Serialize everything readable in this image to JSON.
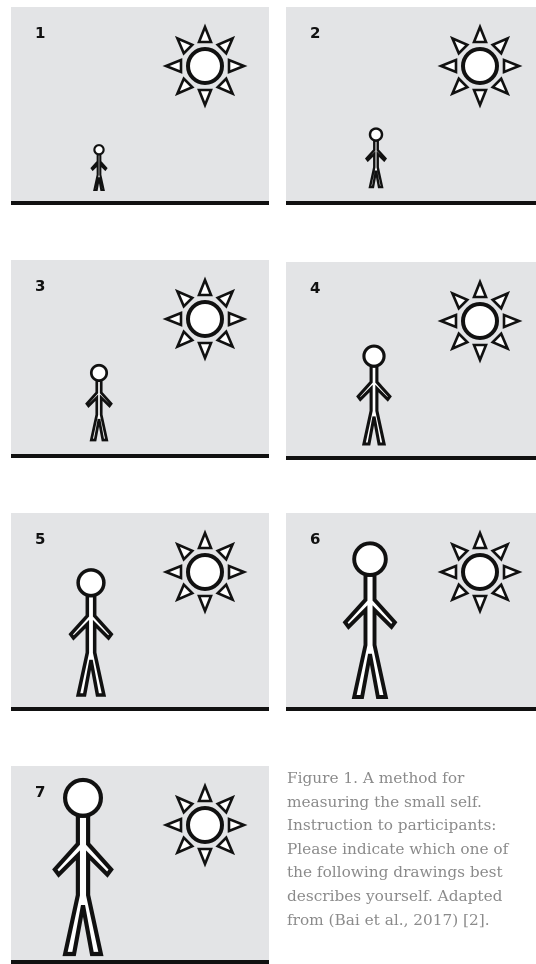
{
  "panels": [
    {
      "number": "1",
      "figure_scale": 0.33
    },
    {
      "number": "2",
      "figure_scale": 0.43
    },
    {
      "number": "3",
      "figure_scale": 0.55
    },
    {
      "number": "4",
      "figure_scale": 0.72
    },
    {
      "number": "5",
      "figure_scale": 0.92
    },
    {
      "number": "6",
      "figure_scale": 1.13
    },
    {
      "number": "7",
      "figure_scale": 1.28
    }
  ],
  "icons": [
    "sun-icon",
    "stick-figure-icon"
  ],
  "colors": {
    "panel_bg": "#e3e4e6",
    "ground": "#111111",
    "caption": "#8a8a8a"
  },
  "caption": "Figure 1. A method for measuring the small self. Instruction to participants: Please indicate which one of the following drawings best describes yourself. Adapted from (Bai et al., 2017) [2]."
}
